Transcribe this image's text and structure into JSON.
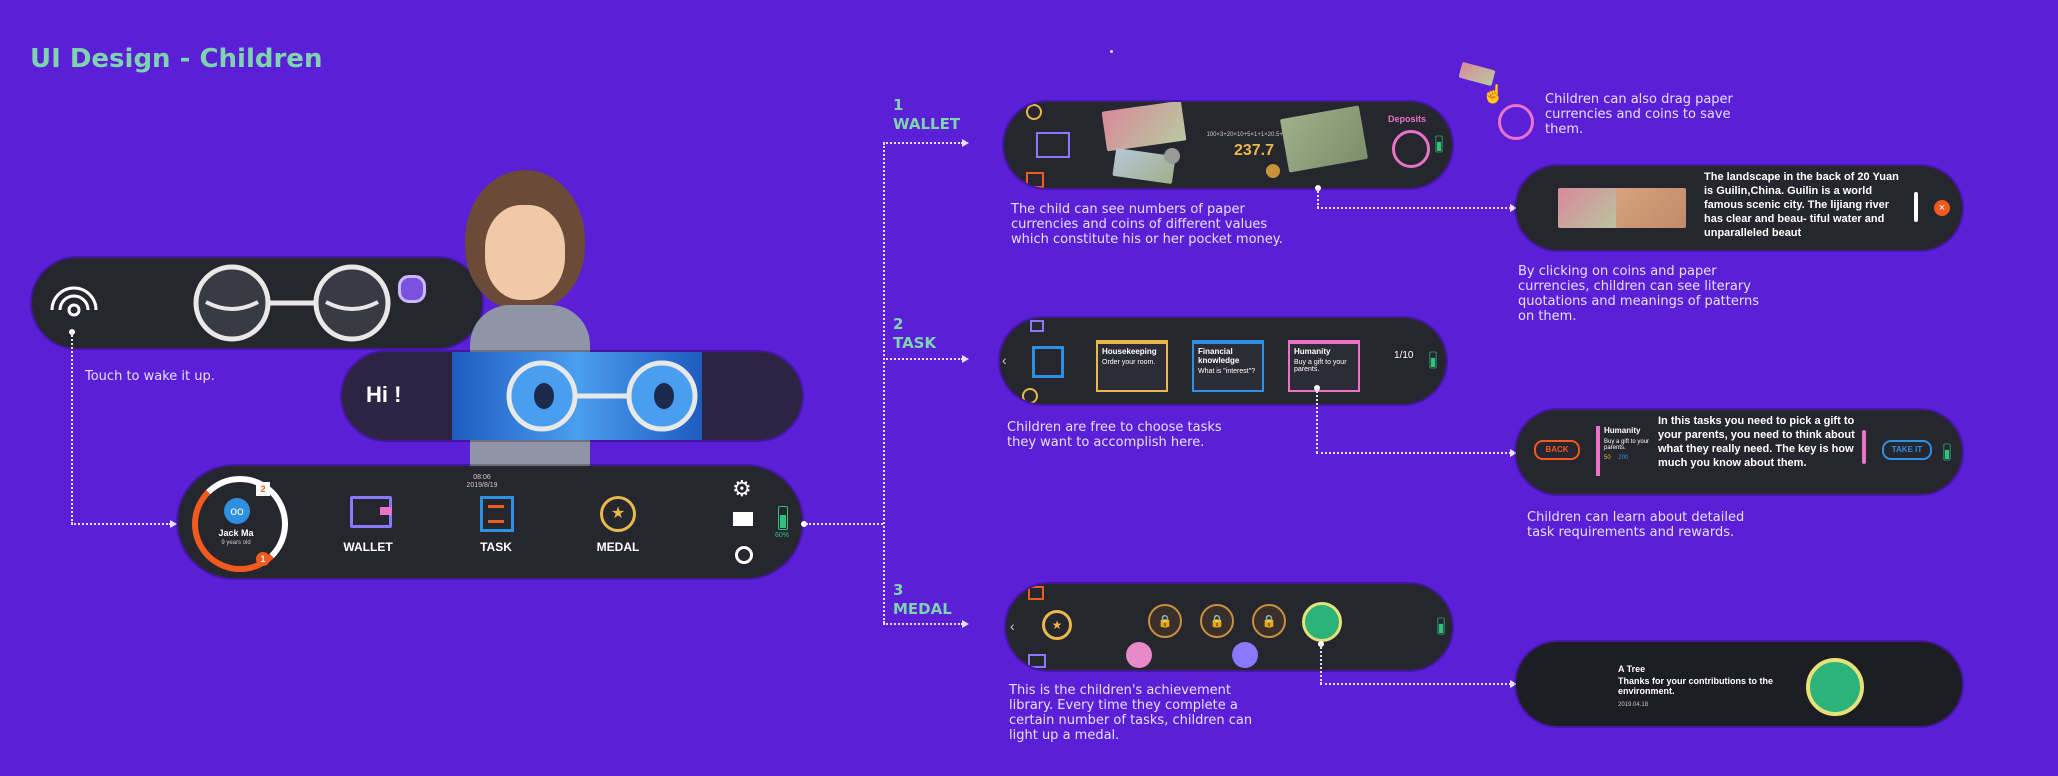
{
  "page_title": "UI Design - Children",
  "wake": {
    "caption": "Touch to wake it up."
  },
  "greeting": {
    "text": "Hi !"
  },
  "home": {
    "profile_name": "Jack Ma",
    "profile_age": "9 years old",
    "badge_top": "2",
    "badge_bottom": "1",
    "date_line1": "08:06",
    "date_line2": "2019/8/19",
    "wallet_label": "WALLET",
    "task_label": "TASK",
    "medal_label": "MEDAL",
    "battery": "60%"
  },
  "sections": {
    "wallet": {
      "number": "1",
      "label": "WALLET"
    },
    "task": {
      "number": "2",
      "label": "TASK"
    },
    "medal": {
      "number": "3",
      "label": "MEDAL"
    }
  },
  "wallet_screen": {
    "equation": "100×3+20×10+5×1+1×20.5+0.1×2=",
    "total": "237.7",
    "deposits": "Deposits",
    "description": "The child can see numbers of paper currencies and coins of different values which constitute his or her pocket money."
  },
  "drag_note": "Children can also drag paper currencies and coins to save them.",
  "detail_screen": {
    "text": "The landscape in the back of 20 Yuan is Guilin,China. Guilin is a world famous scenic city. The lijiang river has clear and beau- tiful water and unparalleled beaut",
    "description": "By clicking on coins and paper currencies, children can see literary quotations and meanings of patterns on them."
  },
  "task_screen": {
    "cards": [
      {
        "title": "Housekeeping",
        "body": "Order your room.",
        "color": "#e8b84a"
      },
      {
        "title": "Financial knowledge",
        "body": "What is \"interest\"?",
        "color": "#2f8fe0"
      },
      {
        "title": "Humanity",
        "body": "Buy a gift to your parents.",
        "color": "#e873c9"
      }
    ],
    "progress_num": "1",
    "progress_den": "10",
    "description": "Children are free to choose tasks they want to accomplish here."
  },
  "task_detail": {
    "back": "BACK",
    "take_it": "TAKE IT",
    "card_title": "Humanity",
    "card_body": "Buy a gift to your parents.",
    "reward1": "50",
    "reward2": "200",
    "text": "In this tasks you need to pick a gift to your parents, you need to think about what they really need. The key is how much you know about them.",
    "description": "Children can learn about detailed task requirements and rewards."
  },
  "medal_screen": {
    "description": "This is the children's achievement library. Every time they complete a certain number of tasks, children can light up a medal."
  },
  "medal_detail": {
    "title": "A Tree",
    "text": "Thanks for your contributions to the environment.",
    "date": "2019.04.18"
  }
}
